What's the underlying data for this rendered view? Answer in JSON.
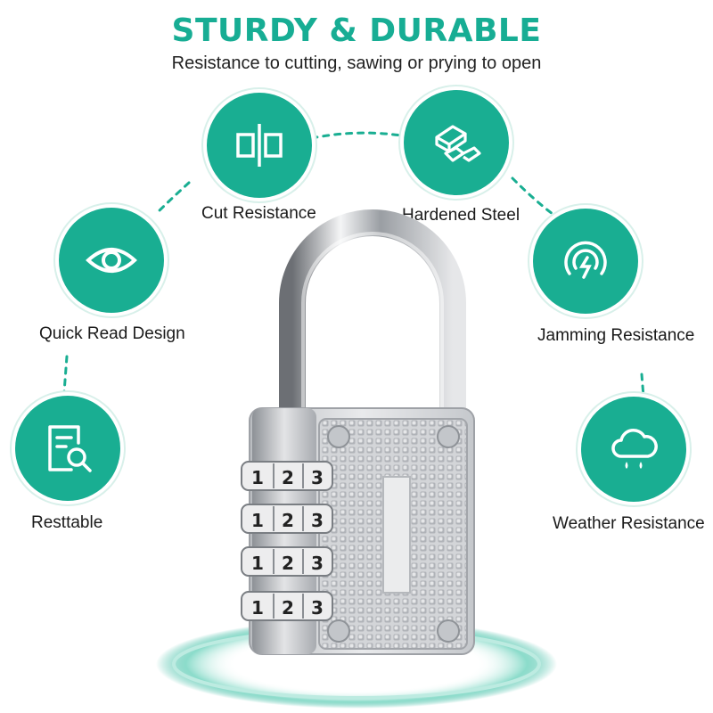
{
  "header": {
    "title": "STURDY & DURABLE",
    "subtitle": "Resistance to cutting, sawing or prying to open"
  },
  "colors": {
    "accent": "#19ae92",
    "text": "#1a1a1a"
  },
  "features": [
    {
      "icon": "cut-icon",
      "label": "Cut Resistance"
    },
    {
      "icon": "steel-bars-icon",
      "label": "Hardened Steel"
    },
    {
      "icon": "eye-icon",
      "label": "Quick Read Design"
    },
    {
      "icon": "signal-bolt-icon",
      "label": "Jamming Resistance"
    },
    {
      "icon": "document-search-icon",
      "label": "Resttable"
    },
    {
      "icon": "cloud-rain-icon",
      "label": "Weather Resistance"
    }
  ],
  "lock": {
    "dial_digits": [
      "1",
      "2",
      "3"
    ]
  }
}
